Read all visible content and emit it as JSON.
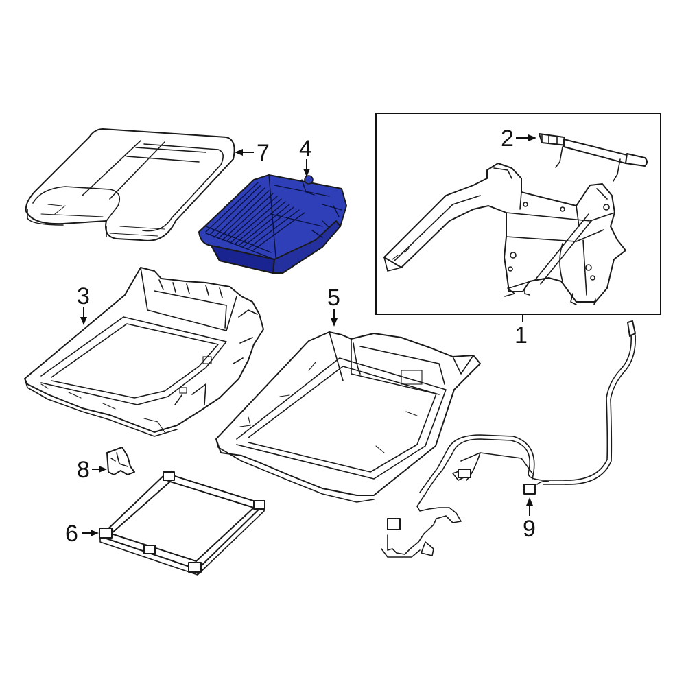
{
  "diagram": {
    "callouts": [
      {
        "id": "1",
        "label": "1"
      },
      {
        "id": "2",
        "label": "2"
      },
      {
        "id": "3",
        "label": "3"
      },
      {
        "id": "4",
        "label": "4"
      },
      {
        "id": "5",
        "label": "5"
      },
      {
        "id": "6",
        "label": "6"
      },
      {
        "id": "7",
        "label": "7"
      },
      {
        "id": "8",
        "label": "8"
      },
      {
        "id": "9",
        "label": "9"
      }
    ],
    "highlighted_part": "4",
    "colors": {
      "highlight_fill": "#2f3fb8",
      "highlight_dark": "#1a2490",
      "line": "#1a1a1a",
      "background": "#ffffff"
    }
  }
}
